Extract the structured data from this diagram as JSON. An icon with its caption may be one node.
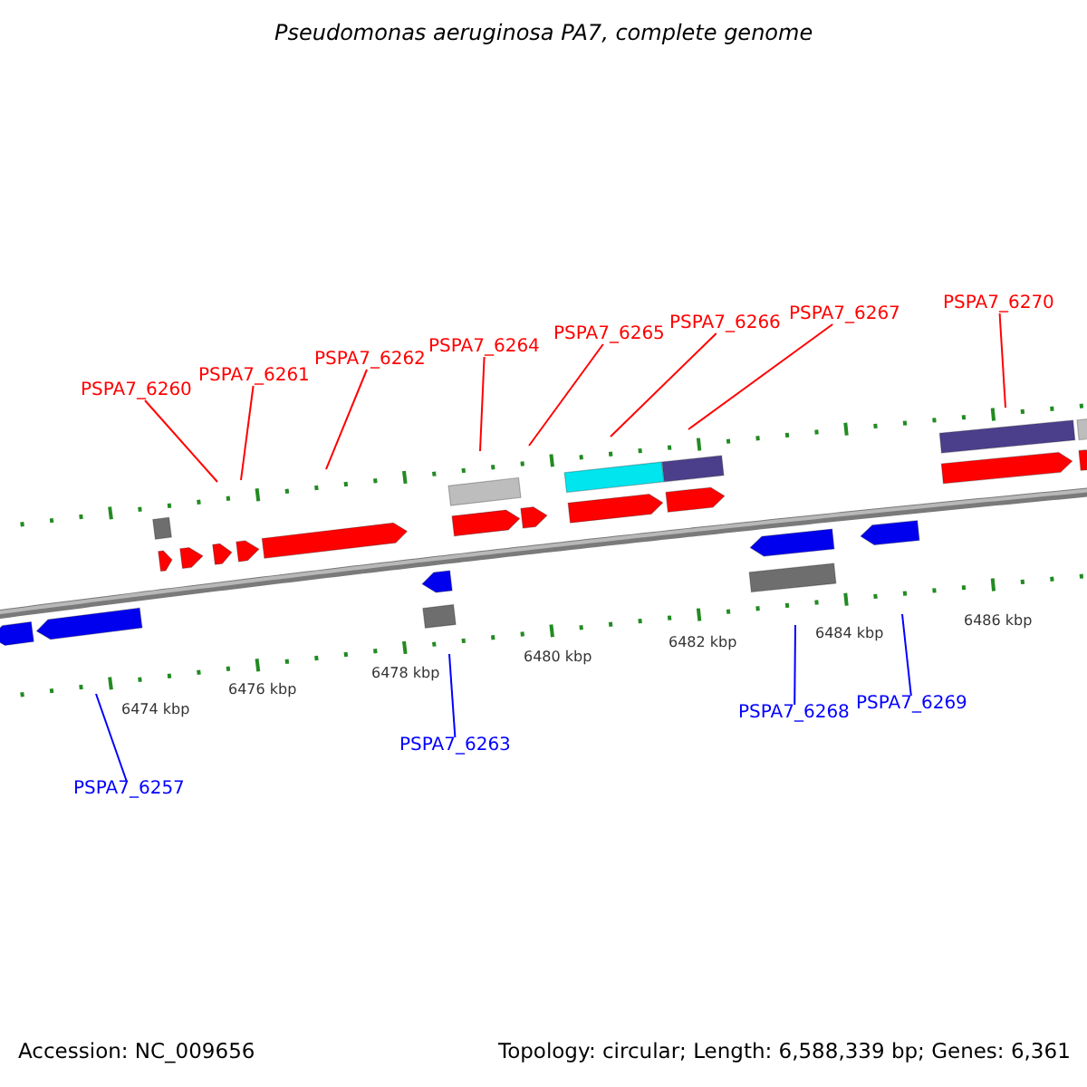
{
  "diagram": {
    "title": "Pseudomonas aeruginosa PA7, complete genome",
    "nodes": [
      {
        "text": [
          "PSPA7_6260"
        ]
      },
      {
        "text": [
          "PSPA7_6261"
        ]
      },
      {
        "text": [
          "PSPA7_6262"
        ]
      },
      {
        "text": [
          "PSPA7_6264"
        ]
      },
      {
        "text": [
          "PSPA7_6265"
        ]
      },
      {
        "text": [
          "PSPA7_6266"
        ]
      },
      {
        "text": [
          "PSPA7_6267"
        ]
      },
      {
        "text": [
          "PSPA7_6270"
        ]
      },
      {
        "text": [
          "PSPA7_6257"
        ]
      },
      {
        "text": [
          "PSPA7_6263"
        ]
      },
      {
        "text": [
          "PSPA7_6268"
        ]
      },
      {
        "text": [
          "PSPA7_6269"
        ]
      }
    ],
    "edges": [
      {
        "from": 0,
        "to": null,
        "arrow": "none",
        "color": "#ff0000"
      },
      {
        "from": 1,
        "to": null,
        "arrow": "none",
        "color": "#ff0000"
      },
      {
        "from": 2,
        "to": null,
        "arrow": "none",
        "color": "#ff0000"
      },
      {
        "from": 3,
        "to": null,
        "arrow": "none",
        "color": "#ff0000"
      },
      {
        "from": 4,
        "to": null,
        "arrow": "none",
        "color": "#ff0000"
      },
      {
        "from": 5,
        "to": null,
        "arrow": "none",
        "color": "#ff0000"
      },
      {
        "from": 6,
        "to": null,
        "arrow": "none",
        "color": "#ff0000"
      },
      {
        "from": 7,
        "to": null,
        "arrow": "none",
        "color": "#ff0000"
      },
      {
        "from": 8,
        "to": null,
        "arrow": "none",
        "color": "#0000ff"
      },
      {
        "from": 9,
        "to": null,
        "arrow": "none",
        "color": "#0000ff"
      },
      {
        "from": 10,
        "to": null,
        "arrow": "none",
        "color": "#0000ff"
      },
      {
        "from": 11,
        "to": null,
        "arrow": "none",
        "color": "#0000ff"
      }
    ],
    "labels": [
      "6474 kbp",
      "6476 kbp",
      "6478 kbp",
      "6480 kbp",
      "6482 kbp",
      "6484 kbp",
      "6486 kbp",
      "Accession: NC_009656",
      "Topology: circular; Length: 6,588,339 bp; Genes: 6,361"
    ]
  }
}
